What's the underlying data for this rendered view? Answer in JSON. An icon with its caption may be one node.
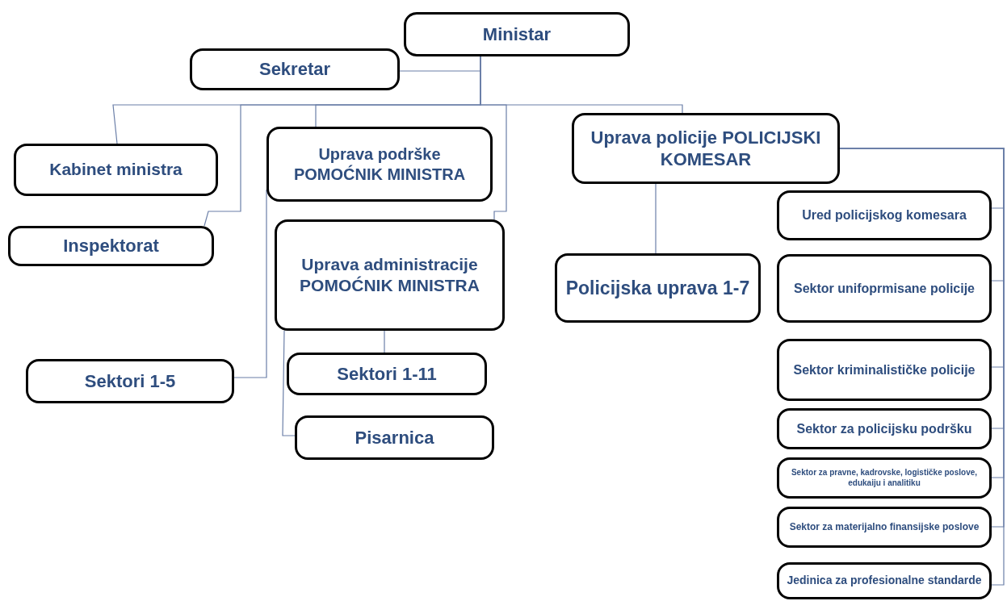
{
  "diagram": {
    "nodes": [
      {
        "text": [
          "Ministar"
        ]
      },
      {
        "text": [
          "Sekretar"
        ]
      },
      {
        "text": [
          "Kabinet ministra"
        ]
      },
      {
        "text": [
          "Inspektorat"
        ]
      },
      {
        "text": [
          "Uprava podrške POMOĆNIK MINISTRA"
        ]
      },
      {
        "text": [
          "Uprava administracije POMOĆNIK MINISTRA"
        ]
      },
      {
        "text": [
          "Sektori 1-5"
        ]
      },
      {
        "text": [
          "Sektori 1-11"
        ]
      },
      {
        "text": [
          "Pisarnica"
        ]
      },
      {
        "text": [
          "Uprava policije POLICIJSKI KOMESAR"
        ]
      },
      {
        "text": [
          "Policijska uprava 1-7"
        ]
      },
      {
        "text": [
          "Ured policijskog komesara"
        ]
      },
      {
        "text": [
          "Sektor unifoprmisane policije"
        ]
      },
      {
        "text": [
          "Sektor kriminalističke policije"
        ]
      },
      {
        "text": [
          "Sektor za policijsku podršku"
        ]
      },
      {
        "text": [
          "Sektor za pravne, kadrovske, logističke poslove, edukaiju i analitiku"
        ]
      },
      {
        "text": [
          "Sektor za materijalno finansijske poslove"
        ]
      },
      {
        "text": [
          "Jedinica za profesionalne standarde"
        ]
      }
    ],
    "edges": [
      {
        "from": 0,
        "to": 1,
        "arrow": "none"
      },
      {
        "from": 0,
        "to": 2,
        "arrow": "none"
      },
      {
        "from": 0,
        "to": 3,
        "arrow": "none"
      },
      {
        "from": 0,
        "to": 4,
        "arrow": "none"
      },
      {
        "from": 0,
        "to": 5,
        "arrow": "none"
      },
      {
        "from": 0,
        "to": 9,
        "arrow": "none"
      },
      {
        "from": 4,
        "to": 6,
        "arrow": "none"
      },
      {
        "from": 5,
        "to": 7,
        "arrow": "none"
      },
      {
        "from": 5,
        "to": 8,
        "arrow": "none"
      },
      {
        "from": 9,
        "to": 10,
        "arrow": "none"
      },
      {
        "from": 9,
        "to": 11,
        "arrow": "none"
      },
      {
        "from": 9,
        "to": 12,
        "arrow": "none"
      },
      {
        "from": 9,
        "to": 13,
        "arrow": "none"
      },
      {
        "from": 9,
        "to": 14,
        "arrow": "none"
      },
      {
        "from": 9,
        "to": 15,
        "arrow": "none"
      },
      {
        "from": 9,
        "to": 16,
        "arrow": "none"
      },
      {
        "from": 9,
        "to": 17,
        "arrow": "none"
      }
    ]
  }
}
